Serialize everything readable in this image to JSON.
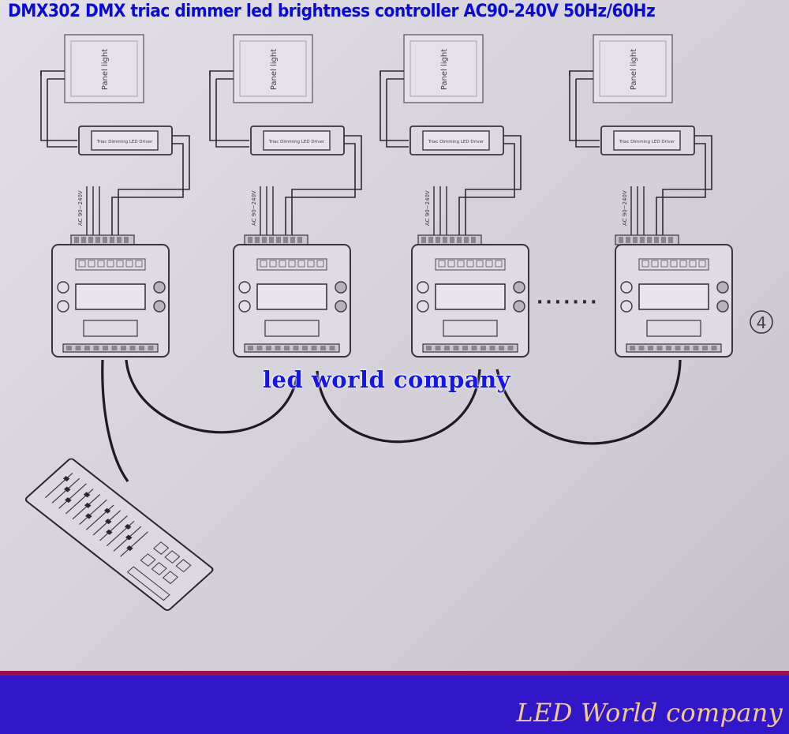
{
  "header": {
    "title": "DMX302 DMX triac dimmer led brightness controller AC90-240V 50Hz/60Hz"
  },
  "diagram": {
    "panel_label": "Panel light",
    "ac_label": "AC 90~240V",
    "driver_label": "Triac Dimming LED Driver",
    "ellipsis": "·······",
    "circle_number": "4",
    "units": [
      {
        "name": "unit-1"
      },
      {
        "name": "unit-2"
      },
      {
        "name": "unit-3"
      },
      {
        "name": "unit-4"
      }
    ]
  },
  "watermark": "led world company",
  "footer": {
    "brand": "LED World company"
  },
  "colors": {
    "title_blue": "#0a0ad8",
    "footer_bg": "#3217c9",
    "footer_stripe": "#9a0f4a",
    "brand_text": "#f2c98a",
    "line": "#2e2a32"
  }
}
